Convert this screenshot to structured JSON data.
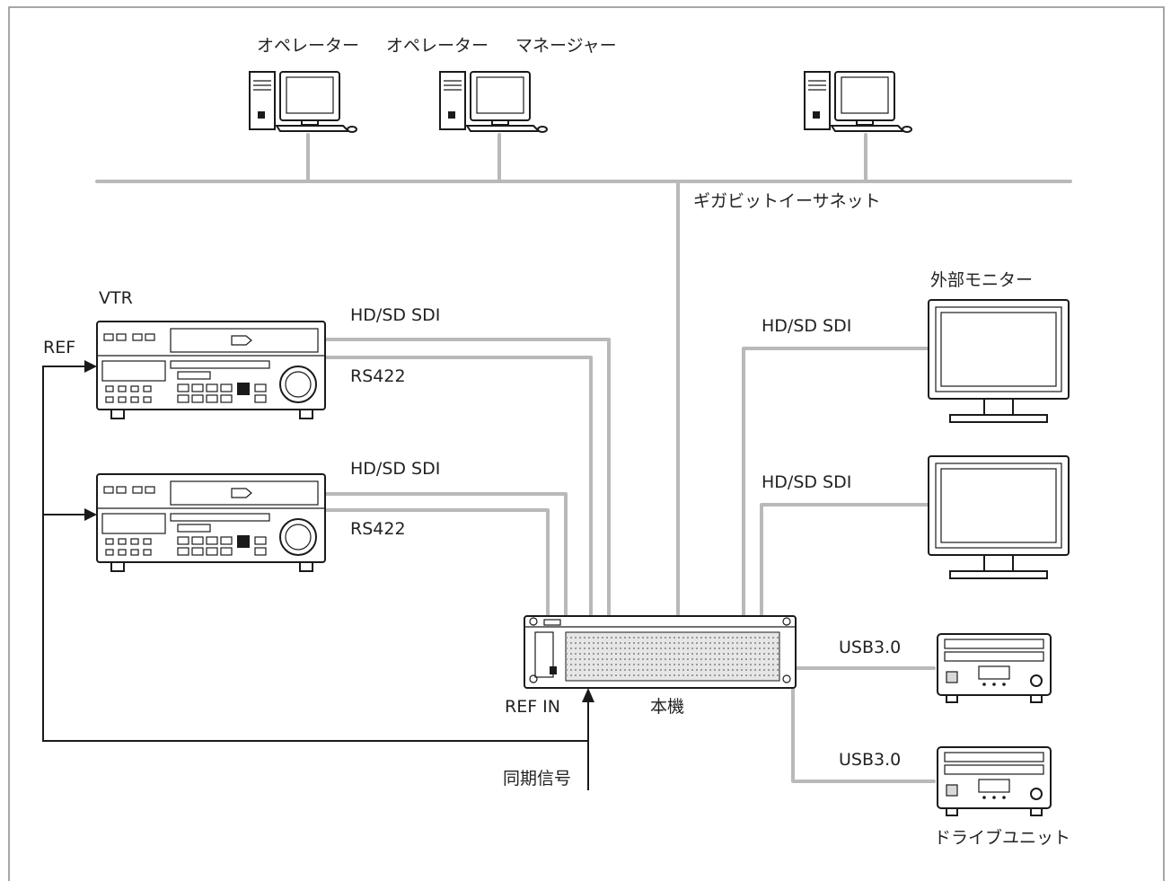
{
  "labels": {
    "pc1": "オペレーター",
    "pc2": "オペレーター",
    "pc3": "マネージャー",
    "ethernet": "ギガビットイーサネット",
    "vtr": "VTR",
    "ref": "REF",
    "vtr1_sdi": "HD/SD SDI",
    "vtr1_rs": "RS422",
    "vtr2_sdi": "HD/SD SDI",
    "vtr2_rs": "RS422",
    "monitor_title": "外部モニター",
    "mon1_sdi": "HD/SD SDI",
    "mon2_sdi": "HD/SD SDI",
    "usb1": "USB3.0",
    "usb2": "USB3.0",
    "ref_in": "REF IN",
    "unit": "本機",
    "sync": "同期信号",
    "drive": "ドライブユニット"
  },
  "colors": {
    "frame": "#8a8a8a",
    "cable": "#b9b9b9",
    "line": "#1a1a1a"
  }
}
